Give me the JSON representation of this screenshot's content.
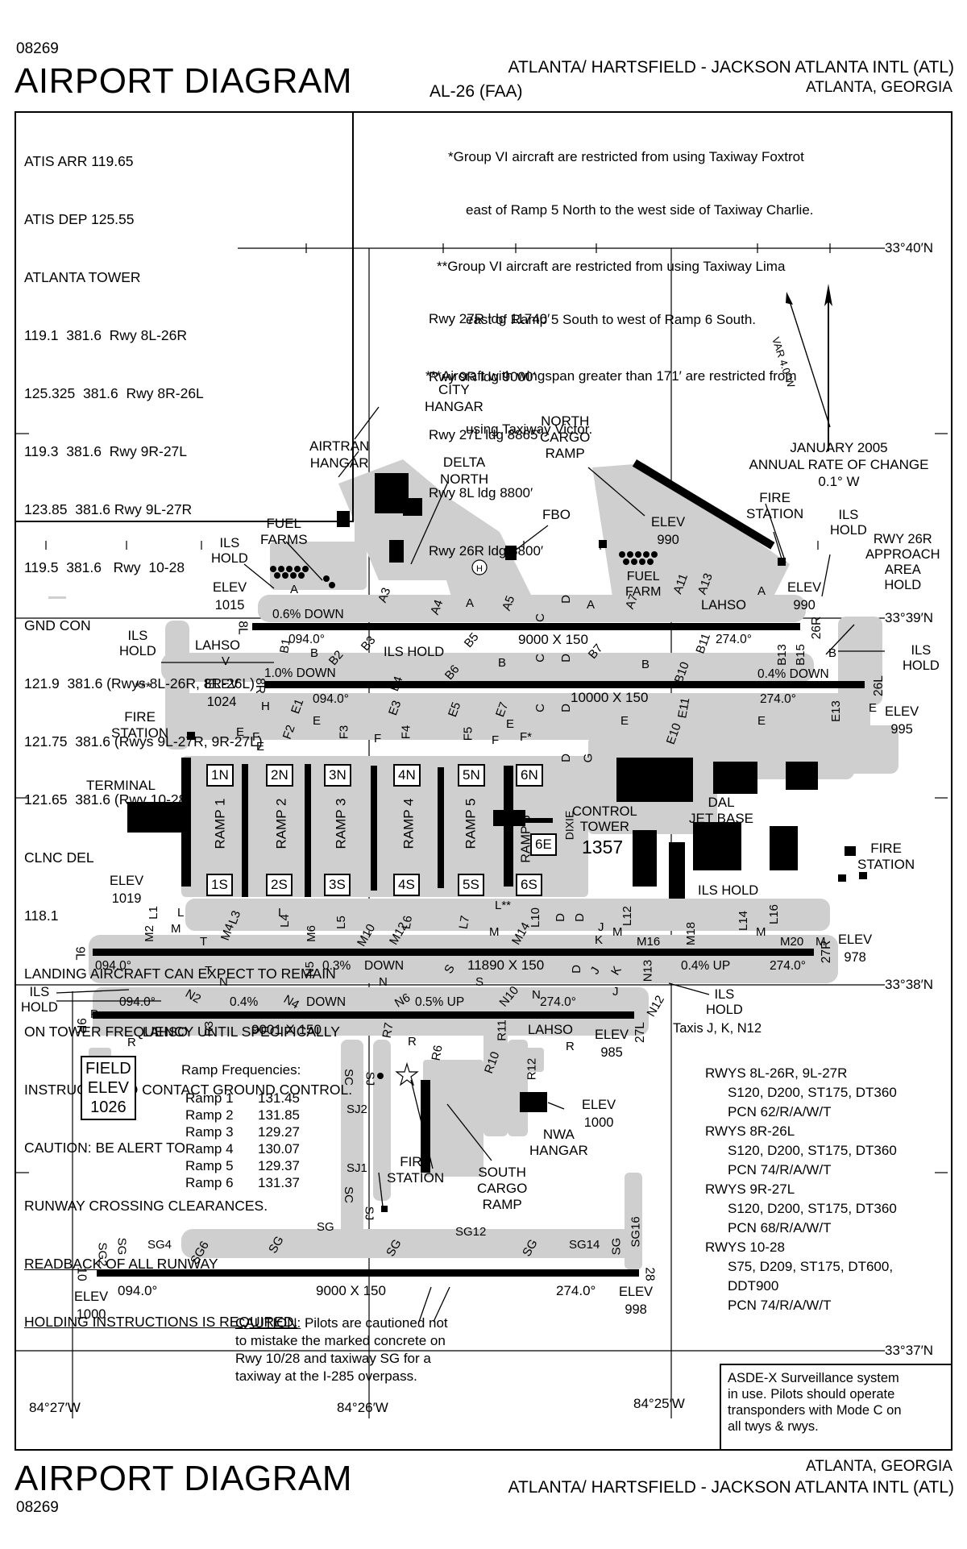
{
  "header": {
    "code_top": "08269",
    "title_top": "AIRPORT DIAGRAM",
    "airport_name": "ATLANTA/ HARTSFIELD - JACKSON ATLANTA INTL (ATL)",
    "chart_id": "AL-26 (FAA)",
    "location": "ATLANTA, GEORGIA"
  },
  "footer": {
    "title": "AIRPORT DIAGRAM",
    "code": "08269",
    "location": "ATLANTA, GEORGIA",
    "airport_name": "ATLANTA/ HARTSFIELD - JACKSON ATLANTA INTL (ATL)"
  },
  "frequencies": [
    "ATIS ARR 119.65",
    "ATIS DEP 125.55",
    "ATLANTA TOWER",
    "119.1  381.6  Rwy 8L-26R",
    "125.325  381.6  Rwy 8R-26L",
    "119.3  381.6  Rwy 9R-27L",
    "123.85  381.6 Rwy 9L-27R",
    "119.5  381.6   Rwy  10-28",
    "GND CON",
    "121.9  381.6 (Rwys 8L-26R, 8R-26L)",
    "121.75  381.6 (Rwys 9L-27R, 9R-27L)",
    "121.65  381.6 (Rwy 10-28)",
    "CLNC DEL",
    "118.1",
    "LANDING AIRCRAFT CAN EXPECT TO REMAIN",
    "ON TOWER FREQUENCY UNTIL SPECIFICALLY",
    "INSTRUCTED TO CONTACT GROUND CONTROL.",
    "CAUTION: BE ALERT TO",
    "RUNWAY CROSSING CLEARANCES."
  ],
  "readback": [
    "READBACK OF ALL RUNWAY",
    "HOLDING INSTRUCTIONS IS REQUIRED."
  ],
  "restrictions": [
    {
      "mark": "*",
      "lines": [
        "Group VI aircraft are restricted from using Taxiway Foxtrot",
        "east of Ramp 5 North to the west side of Taxiway Charlie."
      ]
    },
    {
      "mark": "**",
      "lines": [
        "Group VI aircraft are restricted from using Taxiway Lima",
        "east of Ramp 5 South to west of Ramp 6 South."
      ]
    },
    {
      "mark": "***",
      "lines": [
        "Aircraft with wingspan greater than 171′ are restricted from",
        "using Taxiway Victor."
      ]
    }
  ],
  "landing_distances": [
    "Rwy 27R ldg 11740′",
    "Rwy 9R ldg 9000′",
    "Rwy 27L ldg 8865′",
    "Rwy 8L ldg 8800′",
    "Rwy 26R ldg 8800′"
  ],
  "variation": {
    "label": "VAR 4.0°W",
    "date": "JANUARY 2005",
    "rate_label": "ANNUAL RATE OF CHANGE",
    "rate": "0.1° W"
  },
  "coordinates": {
    "lat_40": "33°40′N",
    "lat_39": "33°39′N",
    "lat_38": "33°38′N",
    "lat_37": "33°37′N",
    "lon_27": "84°27′W",
    "lon_26": "84°26′W",
    "lon_25": "84°25′W"
  },
  "runways": {
    "r8l": {
      "end_w": "8L",
      "end_e": "26R",
      "dim": "9000  X  150",
      "hdg_w": "094.0°",
      "hdg_e": "274.0°",
      "grad": "0.6% DOWN"
    },
    "r8r": {
      "end_w": "8R",
      "end_e": "26L",
      "dim": "10000  X  150",
      "hdg_w": "094.0°",
      "hdg_e": "274.0°",
      "grad_w": "1.0% DOWN",
      "grad_e": "0.4% DOWN"
    },
    "r9l": {
      "end_w": "9L",
      "end_e": "27R",
      "dim": "11890  X  150",
      "hdg_w": "094.0°",
      "hdg_e": "274.0°",
      "grad_w": "0.3%",
      "grad_m": "DOWN",
      "grad_e": "0.4% UP"
    },
    "r9r": {
      "end_w": "9R",
      "end_e": "27L",
      "dim": "9001  X  150",
      "hdg_w": "094.0°",
      "hdg_e": "274.0°",
      "grad_w": "0.4%",
      "grad_m": "DOWN",
      "grad_e": "0.5% UP"
    },
    "r10": {
      "end_w": "10",
      "end_e": "28",
      "dim": "9000  X  150",
      "hdg_w": "094.0°",
      "hdg_e": "274.0°"
    }
  },
  "elevations": {
    "e1015": {
      "label": "ELEV",
      "value": "1015"
    },
    "e990a": {
      "label": "ELEV",
      "value": "990"
    },
    "e990b": {
      "label": "ELEV",
      "value": "990"
    },
    "e1024": {
      "label": "ELEV",
      "value": "1024"
    },
    "e995": {
      "label": "ELEV",
      "value": "995"
    },
    "e1019": {
      "label": "ELEV",
      "value": "1019"
    },
    "e978": {
      "label": "ELEV",
      "value": "978"
    },
    "e985": {
      "label": "ELEV",
      "value": "985"
    },
    "e1000a": {
      "label": "ELEV",
      "value": "1000"
    },
    "e1000b": {
      "label": "ELEV",
      "value": "1000"
    },
    "e998": {
      "label": "ELEV",
      "value": "998"
    },
    "e1357": {
      "value": "1357"
    }
  },
  "field_elev": {
    "l1": "FIELD",
    "l2": "ELEV",
    "l3": "1026"
  },
  "labels": {
    "city_hangar": "CITY\nHANGAR",
    "airtran": "AIRTRAN\nHANGAR",
    "delta_north": "DELTA\nNORTH",
    "north_cargo": "NORTH\nCARGO\nRAMP",
    "fbo": "FBO",
    "fuel_farms": "FUEL\nFARMS",
    "fuel_farm": "FUEL\nFARM",
    "fire1": "FIRE\nSTATION",
    "fire2": "FIRE\nSTATION",
    "fire3": "FIRE\nSTATION",
    "fire4": "FIRE\nSTATION",
    "ils_hold": "ILS\nHOLD",
    "ils_hold_inline": "ILS HOLD",
    "lahso": "LAHSO",
    "appr_hold": "RWY 26R\nAPPROACH\nAREA\nHOLD",
    "terminal": "TERMINAL",
    "control_tower": "CONTROL\nTOWER",
    "dal_jet": "DAL\nJET BASE",
    "dixie": "DIXIE",
    "nwa": "NWA\nHANGAR",
    "south_cargo": "SOUTH\nCARGO\nRAMP",
    "taxis": "Taxis J, K, N12",
    "triple_star": "***"
  },
  "ramps": {
    "names": [
      "RAMP 1",
      "RAMP 2",
      "RAMP 3",
      "RAMP 4",
      "RAMP 5",
      "RAMP 6"
    ],
    "north_boxes": [
      "1N",
      "2N",
      "3N",
      "4N",
      "5N",
      "6N",
      "6E"
    ],
    "south_boxes": [
      "1S",
      "2S",
      "3S",
      "4S",
      "5S",
      "6S"
    ]
  },
  "ramp_freqs": {
    "title": "Ramp Frequencies:",
    "rows": [
      [
        "Ramp 1",
        "131.45"
      ],
      [
        "Ramp 2",
        "131.85"
      ],
      [
        "Ramp 3",
        "129.27"
      ],
      [
        "Ramp 4",
        "130.07"
      ],
      [
        "Ramp 5",
        "129.37"
      ],
      [
        "Ramp 6",
        "131.37"
      ]
    ]
  },
  "pavement": [
    "RWYS 8L-26R, 9L-27R",
    "S120, D200, ST175, DT360",
    "PCN 62/R/A/W/T",
    "RWYS 8R-26L",
    "S120, D200, ST175, DT360",
    "PCN 74/R/A/W/T",
    "RWYS 9R-27L",
    "S120, D200, ST175, DT360",
    "PCN 68/R/A/W/T",
    "RWYS 10-28",
    "S75, D209, ST175, DT600,",
    "DDT900",
    "PCN 74/R/A/W/T"
  ],
  "caution_bottom": {
    "head": "CAUTION:",
    "lines": [
      " Pilots are cautioned not",
      "to mistake the marked concrete on",
      "Rwy 10/28 and taxiway SG for a",
      "taxiway at the I-285 overpass."
    ]
  },
  "asde": [
    "ASDE-X Surveillance system",
    "in use. Pilots should operate",
    "transponders with Mode C on",
    "all twys & rwys."
  ],
  "taxiways": {
    "north": [
      "A",
      "A3",
      "A4",
      "A",
      "A5",
      "C",
      "D",
      "A",
      "A7",
      "A11",
      "A13",
      "A",
      "B1",
      "B2",
      "B3",
      "B",
      "B5",
      "B6",
      "B",
      "C",
      "D",
      "B7",
      "B",
      "B10",
      "B11",
      "B13",
      "B15",
      "B",
      "V",
      "H",
      "E1",
      "E3",
      "E5",
      "E7",
      "C",
      "D",
      "E11",
      "E13",
      "E",
      "E",
      "E",
      "F2",
      "E",
      "F3",
      "F",
      "F4",
      "F5",
      "F",
      "F*",
      "E10",
      "D",
      "G",
      "E",
      "E",
      "E",
      "F",
      "B4"
    ],
    "south": [
      "L",
      "M2",
      "L1",
      "L",
      "M",
      "L3",
      "M4",
      "L4",
      "M6",
      "L5",
      "M10",
      "L6",
      "M12",
      "L7",
      "M",
      "M14",
      "L10",
      "L**",
      "D",
      "D",
      "J",
      "K",
      "M",
      "L12",
      "M16",
      "M18",
      "L14",
      "M",
      "L16",
      "M20",
      "M",
      "T",
      "T",
      "N",
      "N2",
      "N4",
      "N6",
      "N",
      "N5",
      "S",
      "S",
      "D",
      "J",
      "K",
      "N10",
      "N13",
      "N12",
      "J",
      "N",
      "P",
      "R",
      "R3",
      "R7",
      "R6",
      "R10",
      "R11",
      "R12",
      "R",
      "R",
      "SC",
      "SJ",
      "SJ2",
      "SJ1",
      "SC",
      "SJ",
      "SG",
      "SG2",
      "SG",
      "SG4",
      "SG6",
      "SG",
      "SG12",
      "SG",
      "SG14",
      "SG",
      "SG16",
      "SG"
    ]
  }
}
